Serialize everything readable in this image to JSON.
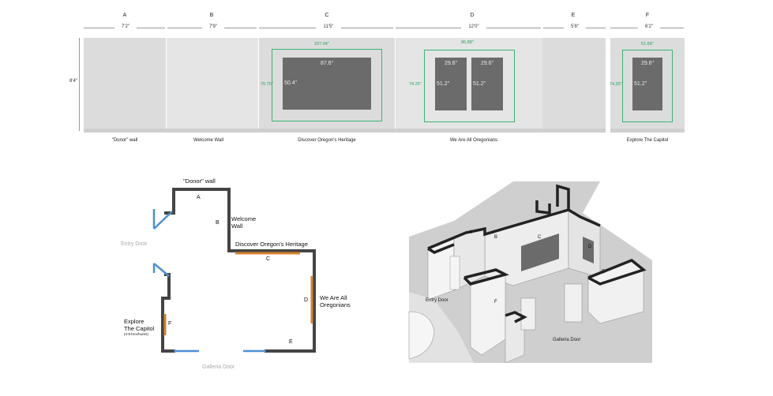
{
  "elevation": {
    "columns": [
      {
        "letter": "A",
        "width": "7'2\"",
        "label": "\"Donor\" wall"
      },
      {
        "letter": "B",
        "width": "7'9\"",
        "label": "Welcome Wall"
      },
      {
        "letter": "C",
        "width": "11'5\"",
        "label": "Discover Oregon's Heritage"
      },
      {
        "letter": "D",
        "width": "12'0\"",
        "label": "We Are All Oregonians"
      },
      {
        "letter": "E",
        "width": "5'8\"",
        "label": ""
      },
      {
        "letter": "F",
        "width": "6'2\"",
        "label": "Explore The Capitol"
      }
    ],
    "height_dim": "8'4\"",
    "frames": {
      "C": {
        "width": "107.94\"",
        "height": "70.75\""
      },
      "D": {
        "width": "86.88\"",
        "height": "74.25\""
      },
      "F": {
        "width": "51.69\"",
        "height": "74.25\""
      }
    },
    "graphics": {
      "C": [
        {
          "w": "87.6\"",
          "h": "50.4\""
        }
      ],
      "D": [
        {
          "w": "29.6\"",
          "h": "51.2\""
        },
        {
          "w": "29.6\"",
          "h": "51.2\""
        }
      ],
      "F": [
        {
          "w": "29.6\"",
          "h": "51.2\""
        }
      ]
    }
  },
  "plan": {
    "donor_wall": "\"Donor\" wall",
    "welcome_wall_1": "Welcome",
    "welcome_wall_2": "Wall",
    "heritage": "Discover Oregon's Heritage",
    "oregonians_1": "We Are All",
    "oregonians_2": "Oregonians",
    "explore_1": "Explore",
    "explore_2": "The Capitol",
    "explore_note": "(4-8 brochures)",
    "entry_door": "Entry Door",
    "galleria_door": "Galleria Door",
    "letters": {
      "A": "A",
      "B": "B",
      "C": "C",
      "D": "D",
      "E": "E",
      "F": "F"
    },
    "colors": {
      "wall": "#444444",
      "door": "#4a90d9",
      "graphic": "#d9822b"
    }
  },
  "iso": {
    "entry_door": "Entry Door",
    "galleria_door": "Galleria Door",
    "letters": {
      "A": "A",
      "B": "B",
      "C": "C",
      "D": "D",
      "E": "E",
      "F": "F"
    }
  }
}
